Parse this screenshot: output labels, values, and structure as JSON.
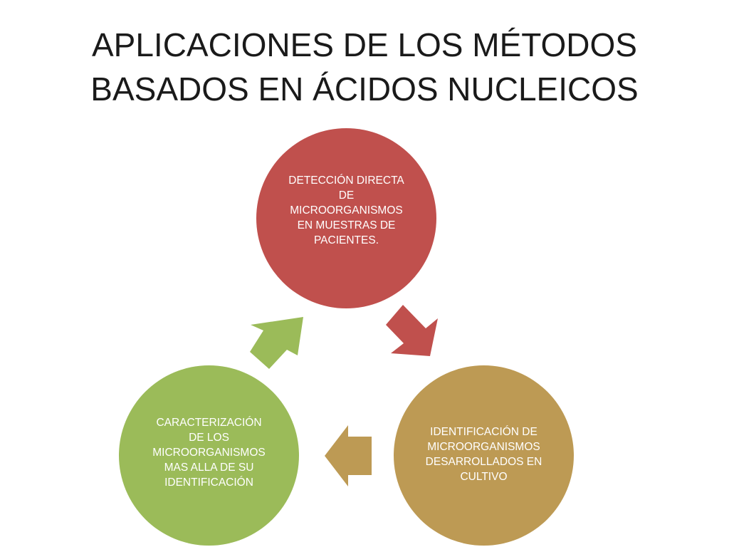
{
  "title": {
    "line1": "APLICACIONES DE LOS MÉTODOS",
    "line2": "BASADOS EN ÁCIDOS NUCLEICOS"
  },
  "cycle": {
    "nodes": [
      {
        "id": "top",
        "label": "DETECCIÓN DIRECTA\nDE\nMICROORGANISMOS\nEN MUESTRAS DE\nPACIENTES.",
        "color": "#c0504d"
      },
      {
        "id": "right",
        "label": "IDENTIFICACIÓN DE\nMICROORGANISMOS\nDESARROLLADOS EN\nCULTIVO",
        "color": "#bd9a54"
      },
      {
        "id": "left",
        "label": "CARACTERIZACIÓN\nDE LOS\nMICROORGANISMOS\nMAS ALLA DE SU\nIDENTIFICACIÓN",
        "color": "#9bbb59"
      }
    ],
    "arrows": [
      {
        "from": "top",
        "to": "right",
        "color": "#c0504d"
      },
      {
        "from": "right",
        "to": "left",
        "color": "#bd9a54"
      },
      {
        "from": "left",
        "to": "top",
        "color": "#9bbb59"
      }
    ]
  }
}
